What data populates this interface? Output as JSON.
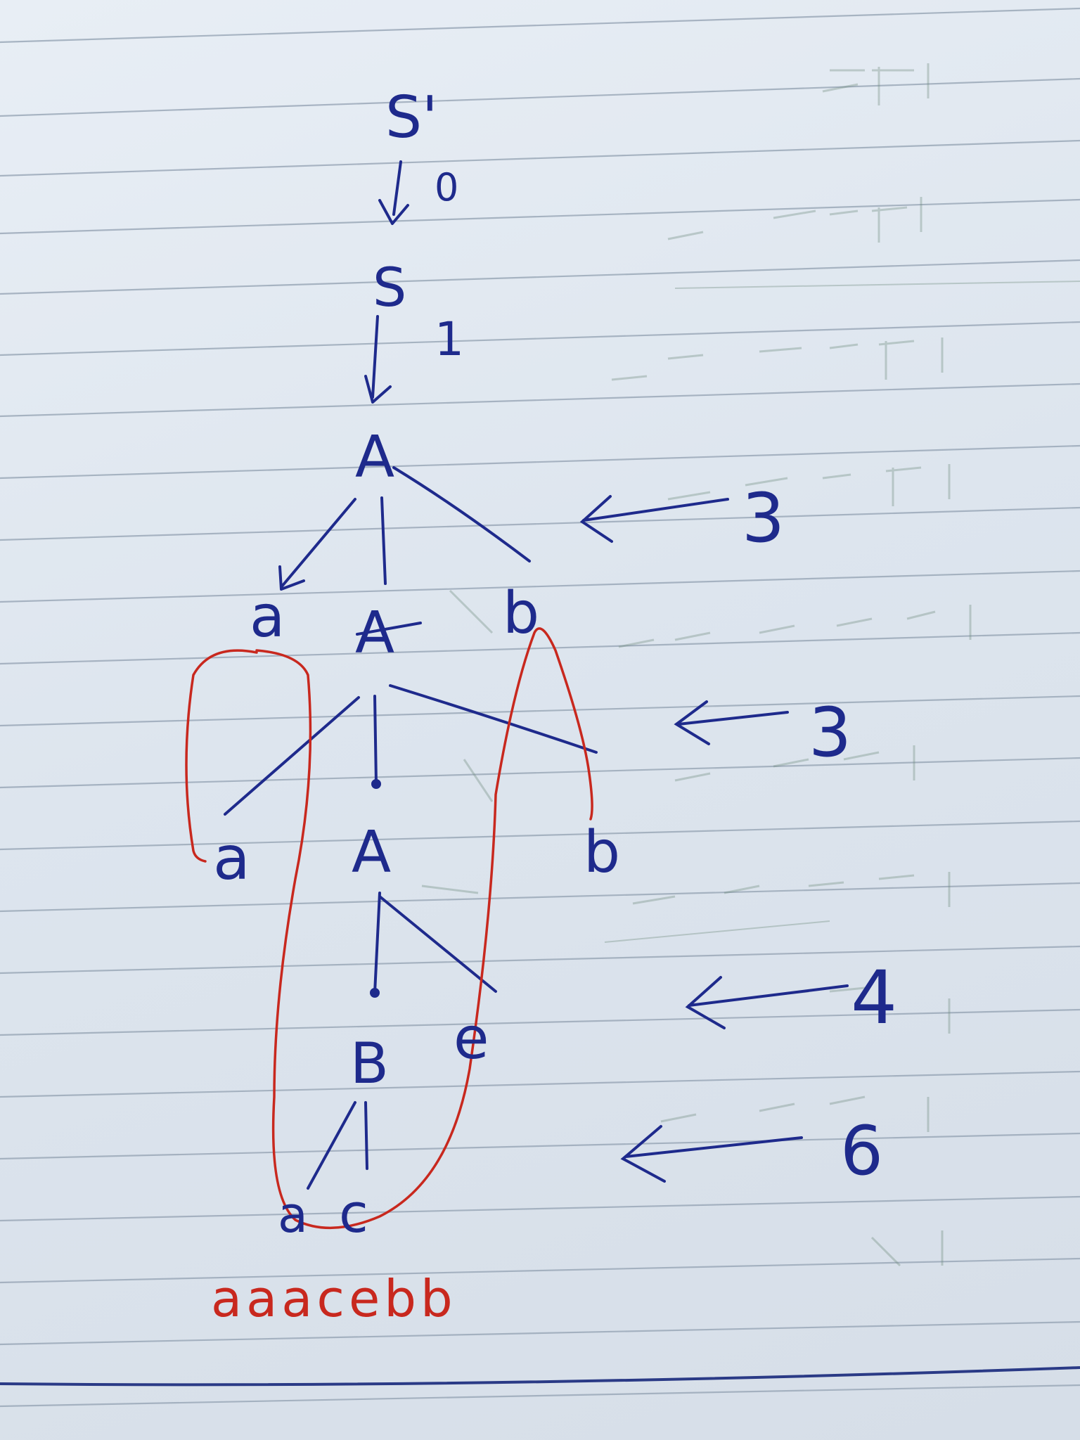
{
  "tree": {
    "nodes": [
      {
        "id": "s-prime",
        "label": "S'"
      },
      {
        "id": "s",
        "label": "S"
      },
      {
        "id": "a1",
        "label": "A"
      },
      {
        "id": "leaf-a1",
        "label": "a"
      },
      {
        "id": "a2",
        "label": "A"
      },
      {
        "id": "leaf-b1",
        "label": "b"
      },
      {
        "id": "leaf-a2",
        "label": "a"
      },
      {
        "id": "a3",
        "label": "A"
      },
      {
        "id": "leaf-b2",
        "label": "b"
      },
      {
        "id": "b-node",
        "label": "B"
      },
      {
        "id": "leaf-e",
        "label": "e"
      },
      {
        "id": "leaf-a3",
        "label": "a"
      },
      {
        "id": "leaf-c",
        "label": "c"
      }
    ],
    "edge_labels": {
      "s_prime_to_s": "0",
      "s_to_a": "1"
    }
  },
  "reductions": [
    {
      "id": "r1",
      "label": "3"
    },
    {
      "id": "r2",
      "label": "3"
    },
    {
      "id": "r3",
      "label": "4"
    },
    {
      "id": "r4",
      "label": "6"
    }
  ],
  "input_string": "aaacebb",
  "colors": {
    "ink_blue": "#1e2a8c",
    "ink_red": "#c8281e",
    "paper": "#e3e9f0",
    "rule_line": "#9aa7b6"
  }
}
